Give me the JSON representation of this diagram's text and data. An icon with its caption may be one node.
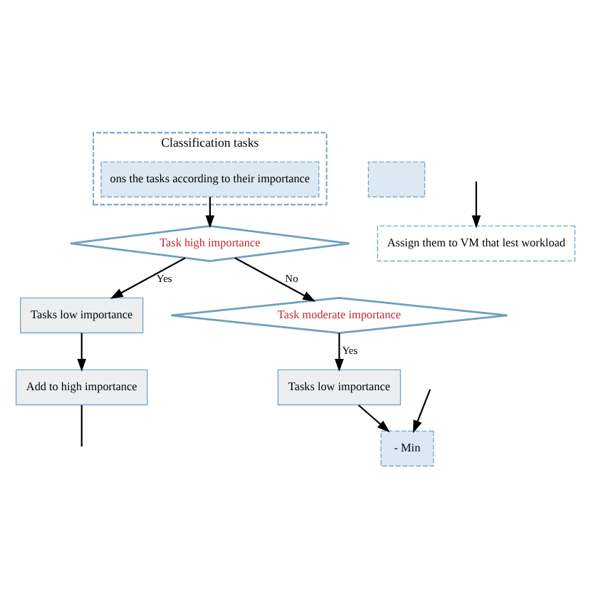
{
  "diagram": {
    "nodes": [
      {
        "text": [
          "Classification tasks"
        ]
      },
      {
        "text": [
          "ons the tasks according to their importance"
        ],
        "in": 0
      },
      {
        "text": [
          "Task high importance"
        ]
      },
      {
        "text": [
          "Tasks low importance"
        ]
      },
      {
        "text": [
          "Add to high importance"
        ]
      },
      {
        "text": [
          "Task moderate importance"
        ]
      },
      {
        "text": [
          "Tasks low importance"
        ]
      },
      {
        "text": [
          "- Min"
        ]
      },
      {
        "text": [],
        "shape": "box"
      },
      {
        "text": [
          "Assign them to VM that lest workload"
        ]
      }
    ],
    "edges": [
      {
        "from": 1,
        "to": 2,
        "arrow": "to"
      },
      {
        "from": 2,
        "to": 3,
        "label": "Yes",
        "arrow": "to"
      },
      {
        "from": 2,
        "to": 5,
        "label": "No",
        "arrow": "to"
      },
      {
        "from": 3,
        "to": 4,
        "arrow": "to"
      },
      {
        "from": 4,
        "to": null,
        "arrow": "none"
      },
      {
        "from": 5,
        "to": 6,
        "label": "Yes",
        "arrow": "to"
      },
      {
        "from": 6,
        "to": 7,
        "arrow": "to"
      },
      {
        "from": null,
        "to": 7,
        "arrow": "to"
      },
      {
        "from": null,
        "to": 9,
        "arrow": "to"
      }
    ]
  }
}
